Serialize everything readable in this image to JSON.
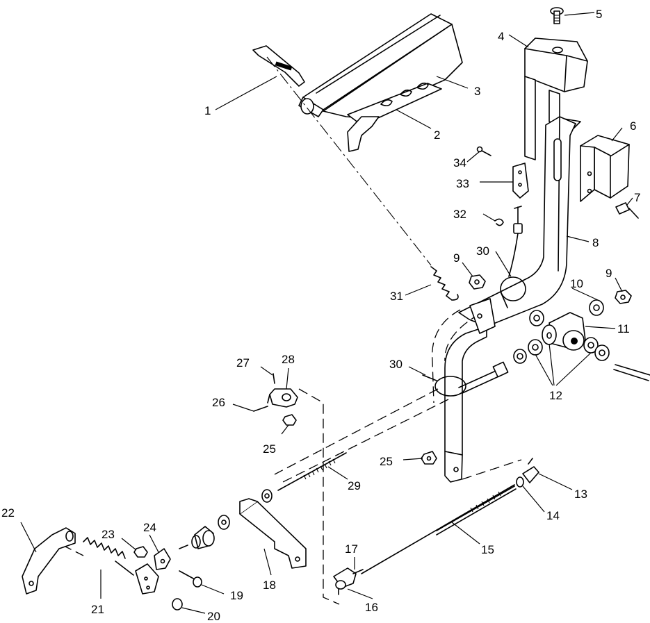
{
  "callouts": [
    {
      "id": "c1",
      "label": "1"
    },
    {
      "id": "c2",
      "label": "2"
    },
    {
      "id": "c3",
      "label": "3"
    },
    {
      "id": "c4",
      "label": "4"
    },
    {
      "id": "c5",
      "label": "5"
    },
    {
      "id": "c6",
      "label": "6"
    },
    {
      "id": "c7",
      "label": "7"
    },
    {
      "id": "c8",
      "label": "8"
    },
    {
      "id": "c9a",
      "label": "9"
    },
    {
      "id": "c9b",
      "label": "9"
    },
    {
      "id": "c10",
      "label": "10"
    },
    {
      "id": "c11",
      "label": "11"
    },
    {
      "id": "c12",
      "label": "12"
    },
    {
      "id": "c13",
      "label": "13"
    },
    {
      "id": "c14",
      "label": "14"
    },
    {
      "id": "c15",
      "label": "15"
    },
    {
      "id": "c16",
      "label": "16"
    },
    {
      "id": "c17",
      "label": "17"
    },
    {
      "id": "c18",
      "label": "18"
    },
    {
      "id": "c19",
      "label": "19"
    },
    {
      "id": "c20",
      "label": "20"
    },
    {
      "id": "c21",
      "label": "21"
    },
    {
      "id": "c22",
      "label": "22"
    },
    {
      "id": "c23",
      "label": "23"
    },
    {
      "id": "c24",
      "label": "24"
    },
    {
      "id": "c25a",
      "label": "25"
    },
    {
      "id": "c25b",
      "label": "25"
    },
    {
      "id": "c26",
      "label": "26"
    },
    {
      "id": "c27",
      "label": "27"
    },
    {
      "id": "c28",
      "label": "28"
    },
    {
      "id": "c29",
      "label": "29"
    },
    {
      "id": "c30a",
      "label": "30"
    },
    {
      "id": "c30b",
      "label": "30"
    },
    {
      "id": "c31",
      "label": "31"
    },
    {
      "id": "c32",
      "label": "32"
    },
    {
      "id": "c33",
      "label": "33"
    },
    {
      "id": "c34",
      "label": "34"
    }
  ]
}
